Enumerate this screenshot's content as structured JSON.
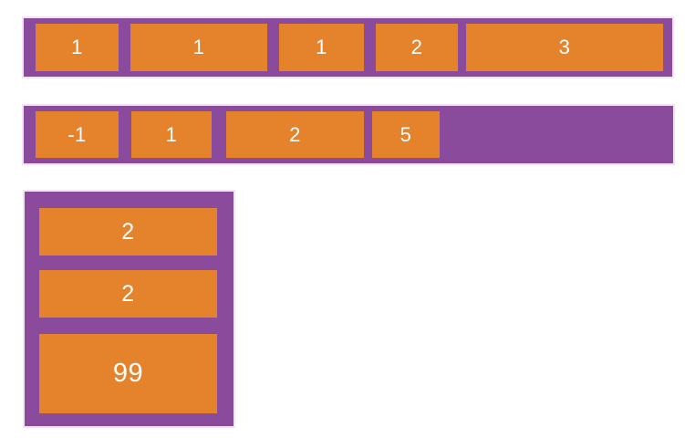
{
  "colors": {
    "purple": "#8a4b9d",
    "orange": "#e5832c",
    "text": "#ffffff",
    "halo": "#f1e5f3",
    "background": "#ffffff"
  },
  "diagram": {
    "description": "flexbox containers with numbered flex items",
    "containers": [
      {
        "direction": "row",
        "items": [
          "1",
          "1",
          "1",
          "2",
          "3"
        ]
      },
      {
        "direction": "row",
        "items": [
          "-1",
          "1",
          "2",
          "5"
        ]
      },
      {
        "direction": "column",
        "items": [
          "2",
          "2",
          "99"
        ]
      }
    ]
  }
}
